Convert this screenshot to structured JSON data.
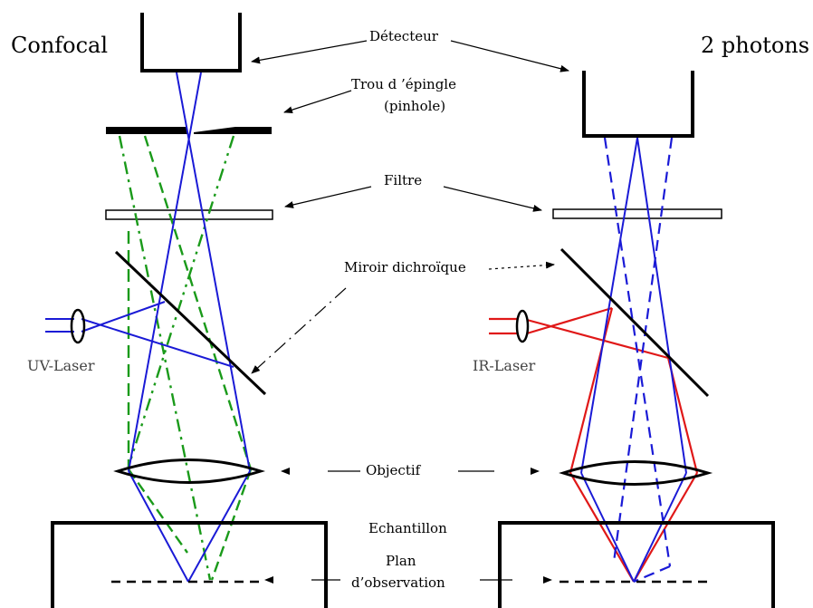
{
  "labels": {
    "confocal": "Confocal",
    "two_photons": "2 photons",
    "detecteur": "Détecteur",
    "trou_line1": "Trou d ’épingle",
    "trou_line2": "(pinhole)",
    "filtre": "Filtre",
    "miroir": "Miroir dichroïque",
    "uv_laser": "UV-Laser",
    "ir_laser": "IR-Laser",
    "objectif": "Objectif",
    "echantillon": "Echantillon",
    "plan_line1": "Plan",
    "plan_line2": "d’observation"
  },
  "colors": {
    "outline": "#000000",
    "blue_beam": "#1a1ad6",
    "green_beam": "#1a9a1a",
    "red_beam": "#e01818",
    "laser_label": "#444444"
  }
}
